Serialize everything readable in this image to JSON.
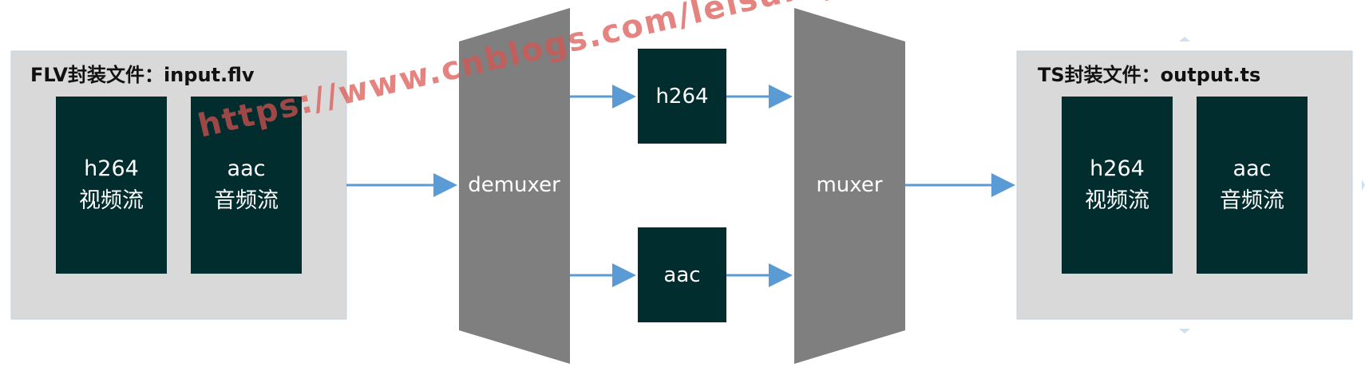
{
  "input_container": {
    "title": "FLV封装文件：input.flv",
    "streams": [
      {
        "line1": "h264",
        "line2": "视频流"
      },
      {
        "line1": "aac",
        "line2": "音频流"
      }
    ]
  },
  "demuxer": {
    "label": "demuxer"
  },
  "intermediate": {
    "video": "h264",
    "audio": "aac"
  },
  "muxer": {
    "label": "muxer"
  },
  "output_container": {
    "title": "TS封装文件：output.ts",
    "streams": [
      {
        "line1": "h264",
        "line2": "视频流"
      },
      {
        "line1": "aac",
        "line2": "音频流"
      }
    ]
  },
  "watermark": "https://www.cnblogs.com/leisure_chn/",
  "colors": {
    "container_fill": "#d9d9d9",
    "stream_fill": "#022d2f",
    "trapezoid_fill": "#7f7f7f",
    "arrow": "#5b9bd5",
    "watermark": "#d9534f"
  }
}
